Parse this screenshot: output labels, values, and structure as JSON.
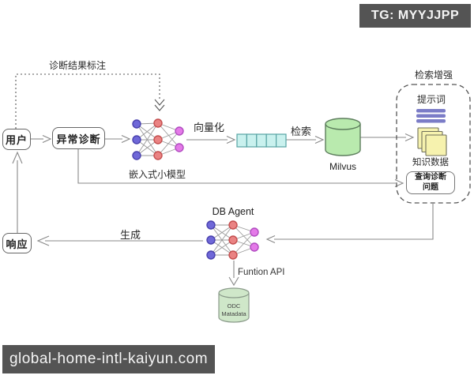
{
  "title_badge": "TG: MYYJJPP",
  "watermark": "global-home-intl-kaiyun.com",
  "diagram": {
    "user_box": "用户",
    "anomaly_box": "异常诊断",
    "response_box": "响应",
    "annotation_label": "诊断结果标注",
    "embed_model_label": "嵌入式小模型",
    "vectorize_label": "向量化",
    "retrieve_label": "检索",
    "generate_label": "生成",
    "milvus_label": "Milvus",
    "db_agent_label": "DB Agent",
    "function_api_label": "Funtion API",
    "odc_label_line1": "ODC",
    "odc_label_line2": "Matadata",
    "rag_title": "检索增强",
    "prompt_label": "提示词",
    "knowledge_label": "知识数据",
    "query_box_line1": "查询诊断",
    "query_box_line2": "问题"
  },
  "colors": {
    "node_blue": "#6f68d8",
    "node_blue_stroke": "#4a42ae",
    "node_red": "#ea8383",
    "node_red_stroke": "#c44f4f",
    "node_magenta": "#e47ae8",
    "node_magenta_stroke": "#b14cc0",
    "vector_cell": "#c9f1ee",
    "vector_stroke": "#57a3a3",
    "milvus_fill": "#b9eaae",
    "milvus_stroke": "#5c7d5c",
    "odc_fill": "#cfe7c9",
    "odc_stroke": "#8a9a8a",
    "prompt_bar": "#7b7cc7",
    "doc_fill": "#f6f2ae",
    "doc_stroke": "#6f6f5a",
    "badge_bg": "#545454",
    "line": "#888888"
  }
}
